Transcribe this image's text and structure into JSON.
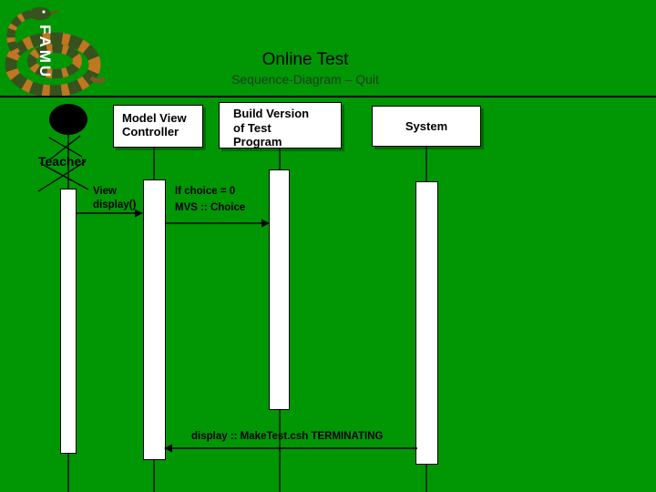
{
  "slide": {
    "logo_text": "FAMU",
    "title": "Online Test",
    "subtitle": "Sequence-Diagram – Quit"
  },
  "colors": {
    "background": "#009604",
    "box_fill": "#ffffff",
    "outline": "#000000",
    "subtitle_text": "#203c20",
    "logo_text_color": "#ffffff"
  },
  "diagram": {
    "actor": {
      "label": "Teacher"
    },
    "objects": [
      {
        "id": "model-view-controller",
        "label": "Model View\nController"
      },
      {
        "id": "build-version-of-test-program",
        "label": "Build Version\nof Test\nProgram"
      },
      {
        "id": "system",
        "label": "System"
      }
    ],
    "messages": [
      {
        "id": "view-display",
        "label": "View\ndisplay()",
        "direction": "right"
      },
      {
        "id": "mvs-choice",
        "label": "If choice = 0\nMVS :: Choice",
        "direction": "right"
      },
      {
        "id": "make-test-terminating",
        "label": "display :: MakeTest.csh TERMINATING",
        "direction": "left"
      }
    ]
  }
}
